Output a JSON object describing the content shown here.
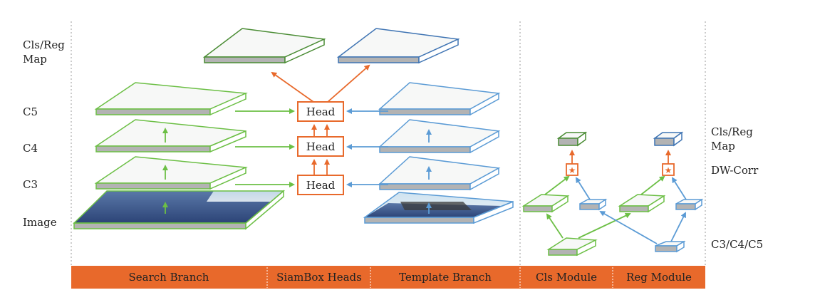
{
  "left_labels": {
    "clsreg_line1": "Cls/Reg",
    "clsreg_line2": "Map",
    "c5": "C5",
    "c4": "C4",
    "c3": "C3",
    "image": "Image"
  },
  "right_labels": {
    "clsreg_line1": "Cls/Reg",
    "clsreg_line2": "Map",
    "dwcorr": "DW-Corr",
    "c345": "C3/C4/C5"
  },
  "heads": [
    "Head",
    "Head",
    "Head"
  ],
  "bottom_bar": {
    "search": "Search Branch",
    "siambox": "SiamBox Heads",
    "template": "Template Branch",
    "cls": "Cls Module",
    "reg": "Reg Module"
  },
  "colors": {
    "green": "#6cbf45",
    "dark_green": "#4a8c34",
    "blue": "#5b9bd5",
    "dark_blue": "#3f74b3",
    "orange": "#e8692b",
    "bar": "#e8692b",
    "layer_side": "#b3b3b3",
    "layer_top": "#f7f8f7"
  }
}
